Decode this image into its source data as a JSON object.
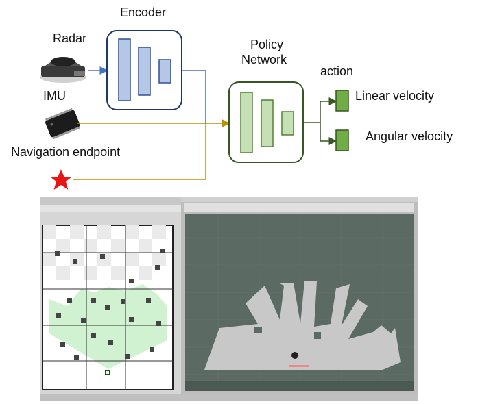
{
  "labels": {
    "encoder": "Encoder",
    "radar": "Radar",
    "imu": "IMU",
    "navigation_endpoint": "Navigation endpoint",
    "policy_network_line1": "Policy",
    "policy_network_line2": "Network",
    "action": "action",
    "linear_velocity": "Linear velocity",
    "angular_velocity": "Angular velocity"
  },
  "colors": {
    "encoder_fill": "#b4c7e7",
    "encoder_stroke": "#2f528f",
    "policy_fill": "#c5e0b4",
    "policy_stroke": "#548235",
    "policy_box_stroke": "#375623",
    "action_block": "#70ad47",
    "radar_arrow": "#4472c4",
    "imu_arrow": "#bf9000",
    "star": "#e81416",
    "sim_map_grid": "#f2f2f2",
    "sim_free_space": "#c8f0c8",
    "rviz_bg": "#5b6b63",
    "rviz_scan": "#c8c8c8"
  },
  "icons": {
    "radar": "lidar-sensor-icon",
    "imu": "imu-chip-icon",
    "goal": "red-star-icon"
  }
}
